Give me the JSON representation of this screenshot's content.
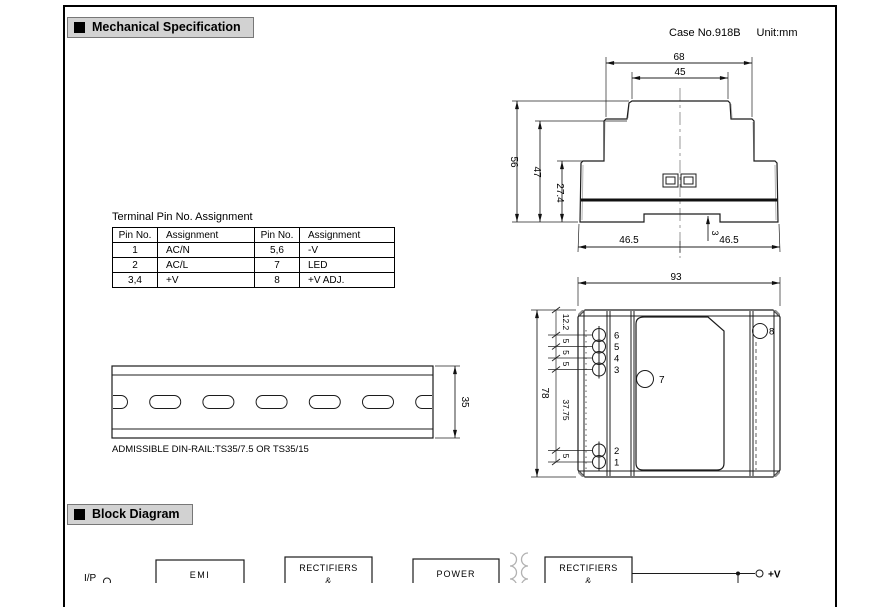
{
  "header": {
    "section_title": "Mechanical Specification",
    "case_no": "Case No.918B",
    "unit": "Unit:mm"
  },
  "pin_table": {
    "title": "Terminal Pin No. Assignment",
    "headers": [
      "Pin No.",
      "Assignment",
      "Pin No.",
      "Assignment"
    ],
    "rows": [
      [
        "1",
        "AC/N",
        "5,6",
        "-V"
      ],
      [
        "2",
        "AC/L",
        "7",
        "LED"
      ],
      [
        "3,4",
        "+V",
        "8",
        "+V ADJ."
      ]
    ]
  },
  "side_view": {
    "dim_68": "68",
    "dim_45": "45",
    "dim_56": "56",
    "dim_47": "47",
    "dim_27_4": "27.4",
    "dim_46_5_left": "46.5",
    "dim_46_5_right": "46.5",
    "dim_3": "3"
  },
  "front_view": {
    "dim_93": "93",
    "dim_78": "78",
    "seg_dims": [
      "12.2",
      "5",
      "5",
      "5",
      "37.75",
      "5"
    ],
    "pins_top": [
      "6",
      "5",
      "4",
      "3"
    ],
    "pins_bottom": [
      "2",
      "1"
    ],
    "led": "7",
    "adj": "8"
  },
  "din_rail": {
    "dim_35": "35",
    "note": "ADMISSIBLE DIN-RAIL:TS35/7.5 OR TS35/15"
  },
  "block": {
    "section_title": "Block Diagram",
    "input": "I/P",
    "output": "+V",
    "emi": "EMI",
    "rect1_l1": "RECTIFIERS",
    "rect1_l2": "&",
    "power": "POWER",
    "rect2_l1": "RECTIFIERS",
    "rect2_l2": "&"
  }
}
